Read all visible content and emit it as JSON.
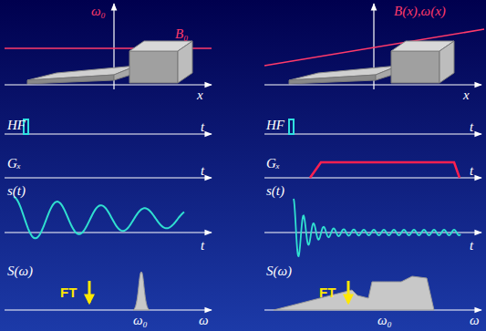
{
  "diagram": {
    "labels": [
      "ω₀",
      "B₀",
      "x",
      "HF",
      "t",
      "Gₓ",
      "t",
      "s(t)",
      "t",
      "S(ω)",
      "FT",
      "ω₀",
      "ω",
      "B(x),ω(x)",
      "x",
      "HF",
      "t",
      "Gₓ",
      "t",
      "s(t)",
      "t",
      "S(ω)",
      "FT",
      "ω₀",
      "ω"
    ]
  }
}
